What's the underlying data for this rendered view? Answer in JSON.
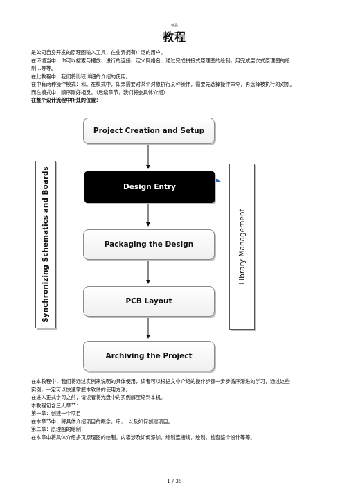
{
  "header_mark": "精品",
  "title": "教程",
  "intro_lines": [
    "是公司自身开发的原理图输入工具，在业界拥有广泛的用户。",
    "在环境当中，你可以搜索与摆放、进行的连接、定义网络名、通过完成拼接式原理图的绘制，用完成层次式原理图的绘",
    "制…等等。",
    "在此教程中，我们将比较详细的介绍的使用。",
    "在中有两种操作模式：和。在模式中，如果需要对某个对象执行某种操作，需要先选择操作命令，再选择被执行的对象。",
    "而在模式中，顺序刚好相反。（后续章节，我们将会具体介绍）"
  ],
  "flow_heading": "在整个设计流程中所处的位置：",
  "diagram": {
    "boxes": [
      "Project Creation and Setup",
      "Design Entry",
      "Packaging the Design",
      "PCB Layout",
      "Archiving the Project"
    ],
    "left_side": "Synchronizing Schematics and Boards",
    "right_side": "Library Management"
  },
  "body_lines": [
    "在本教程中，我们将通过实例来说明的具体使用，读者可以根据文中介绍的操作步骤一步步循序渐进的学习，通过这些",
    "实例，一定可以快速掌握本软件的使用方法。",
    "在进入正式学习之前，请读者将光盘中的实例解压缩到本机。",
    "本教程包含三大章节：",
    "第一章：创建一个项目",
    "在本章节中，将具体介绍项目的概念，库，　以及如何创建项目。",
    "第二章：原理图的绘制：",
    "在本章中将具体介绍多页原理图的绘制，内容涉及如何添加，绘制连接线，绘制，检查整个设计等等。"
  ],
  "page_number": "1 / 35"
}
